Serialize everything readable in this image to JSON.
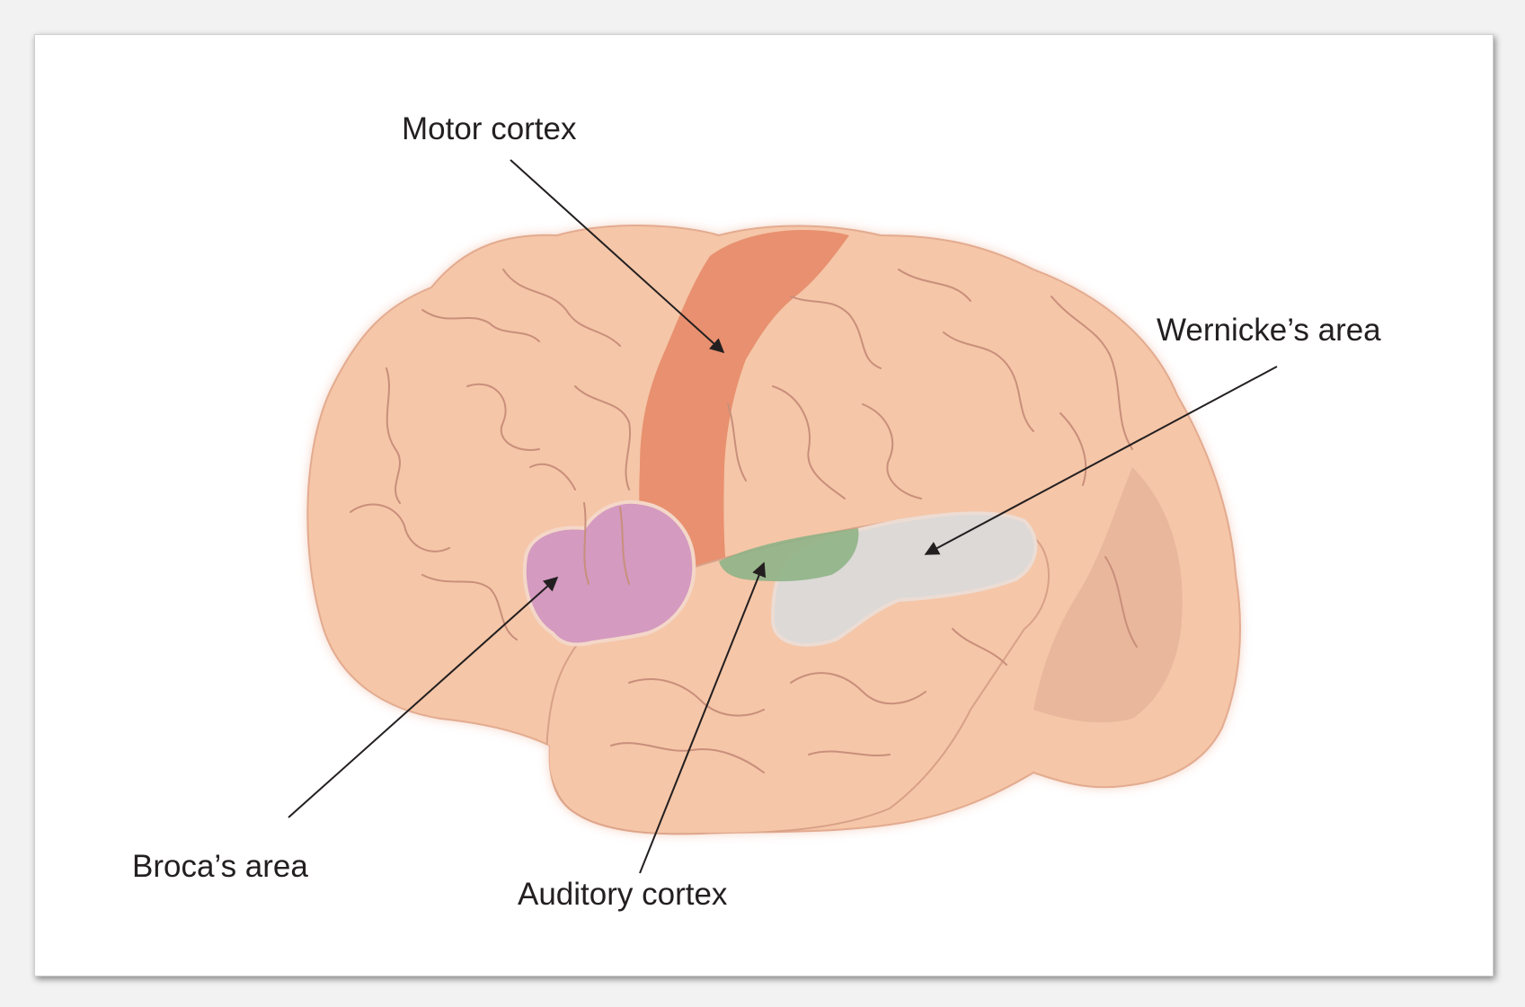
{
  "labels": {
    "motor_cortex": "Motor cortex",
    "wernickes_area": "Wernicke’s area",
    "brocas_area": "Broca’s area",
    "auditory_cortex": "Auditory cortex"
  },
  "colors": {
    "brain": "#f5c6a8",
    "brain_dark": "#e0a98e",
    "occipital": "#e9b79c",
    "motor_cortex": "#e8906f",
    "brocas_area": "#d49ac0",
    "auditory_cortex": "#8fb387",
    "wernickes_area": "#dcd9d7",
    "arrow": "#231f20"
  }
}
